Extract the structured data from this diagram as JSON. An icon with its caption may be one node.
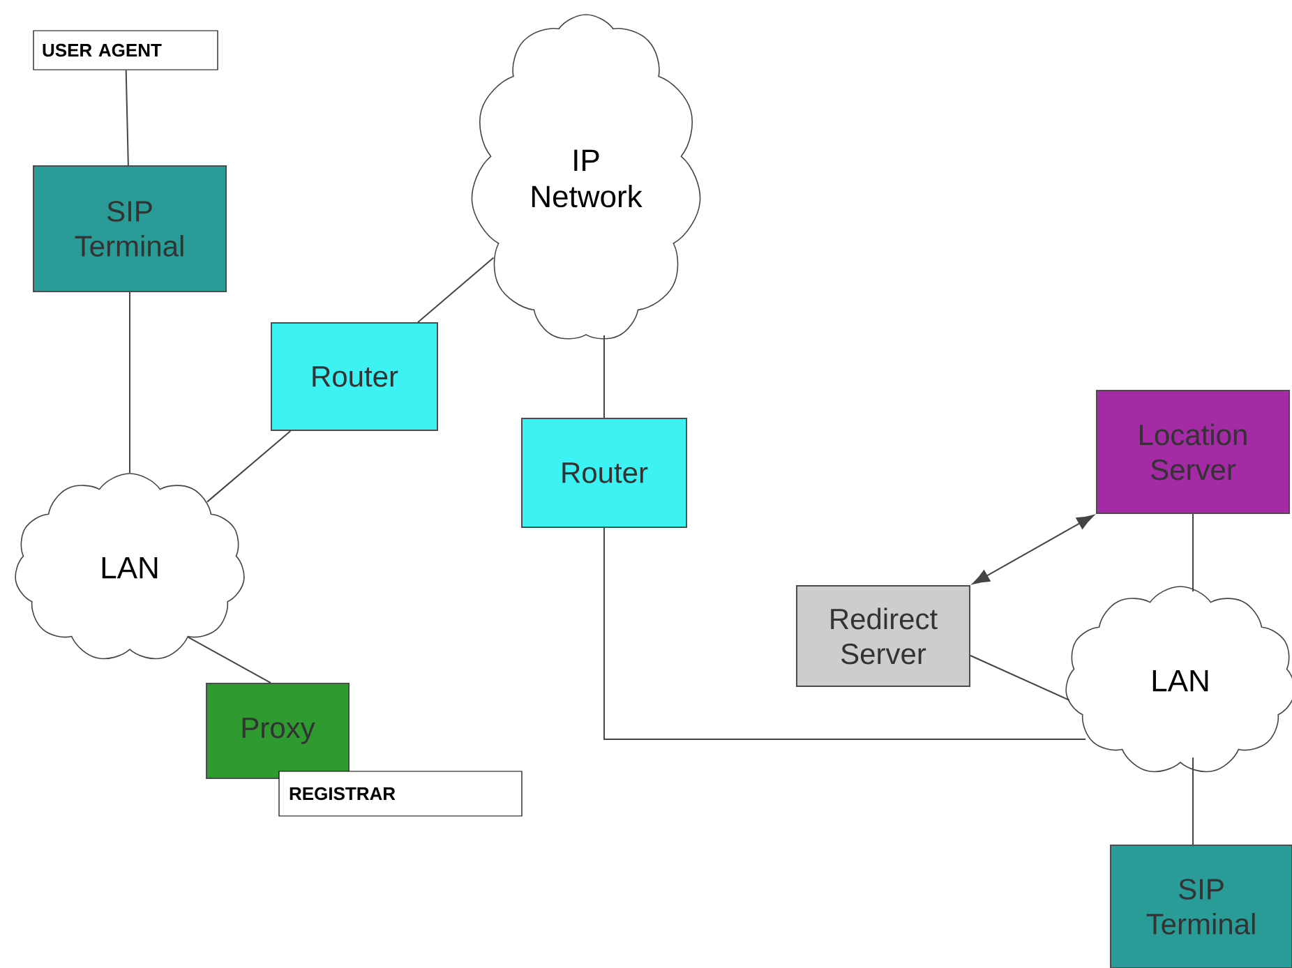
{
  "diagram": {
    "nodes": [
      {
        "text": [
          "USER AGENT"
        ]
      },
      {
        "text": [
          "SIP Terminal"
        ]
      },
      {
        "text": [
          "IP Network"
        ]
      },
      {
        "text": [
          "Router"
        ]
      },
      {
        "text": [
          "Router"
        ]
      },
      {
        "text": [
          "Location Server"
        ]
      },
      {
        "text": [
          "LAN"
        ]
      },
      {
        "text": [
          "Redirect Server"
        ]
      },
      {
        "text": [
          "LAN"
        ]
      },
      {
        "text": [
          "Proxy"
        ]
      },
      {
        "text": [
          "REGISTRAR"
        ]
      },
      {
        "text": [
          "SIP Terminal"
        ]
      }
    ],
    "edges": [
      {
        "from": 0,
        "to": 1,
        "arrow": "none"
      },
      {
        "from": 1,
        "to": 6,
        "arrow": "none"
      },
      {
        "from": 6,
        "to": 3,
        "arrow": "none"
      },
      {
        "from": 3,
        "to": 2,
        "arrow": "none"
      },
      {
        "from": 2,
        "to": 4,
        "arrow": "none"
      },
      {
        "from": 4,
        "to": 8,
        "arrow": "none"
      },
      {
        "from": 6,
        "to": 9,
        "arrow": "none"
      },
      {
        "from": 7,
        "to": 5,
        "arrow": "both"
      },
      {
        "from": 7,
        "to": 8,
        "arrow": "none"
      },
      {
        "from": 5,
        "to": 8,
        "arrow": "none"
      },
      {
        "from": 8,
        "to": 11,
        "arrow": "none"
      }
    ]
  }
}
